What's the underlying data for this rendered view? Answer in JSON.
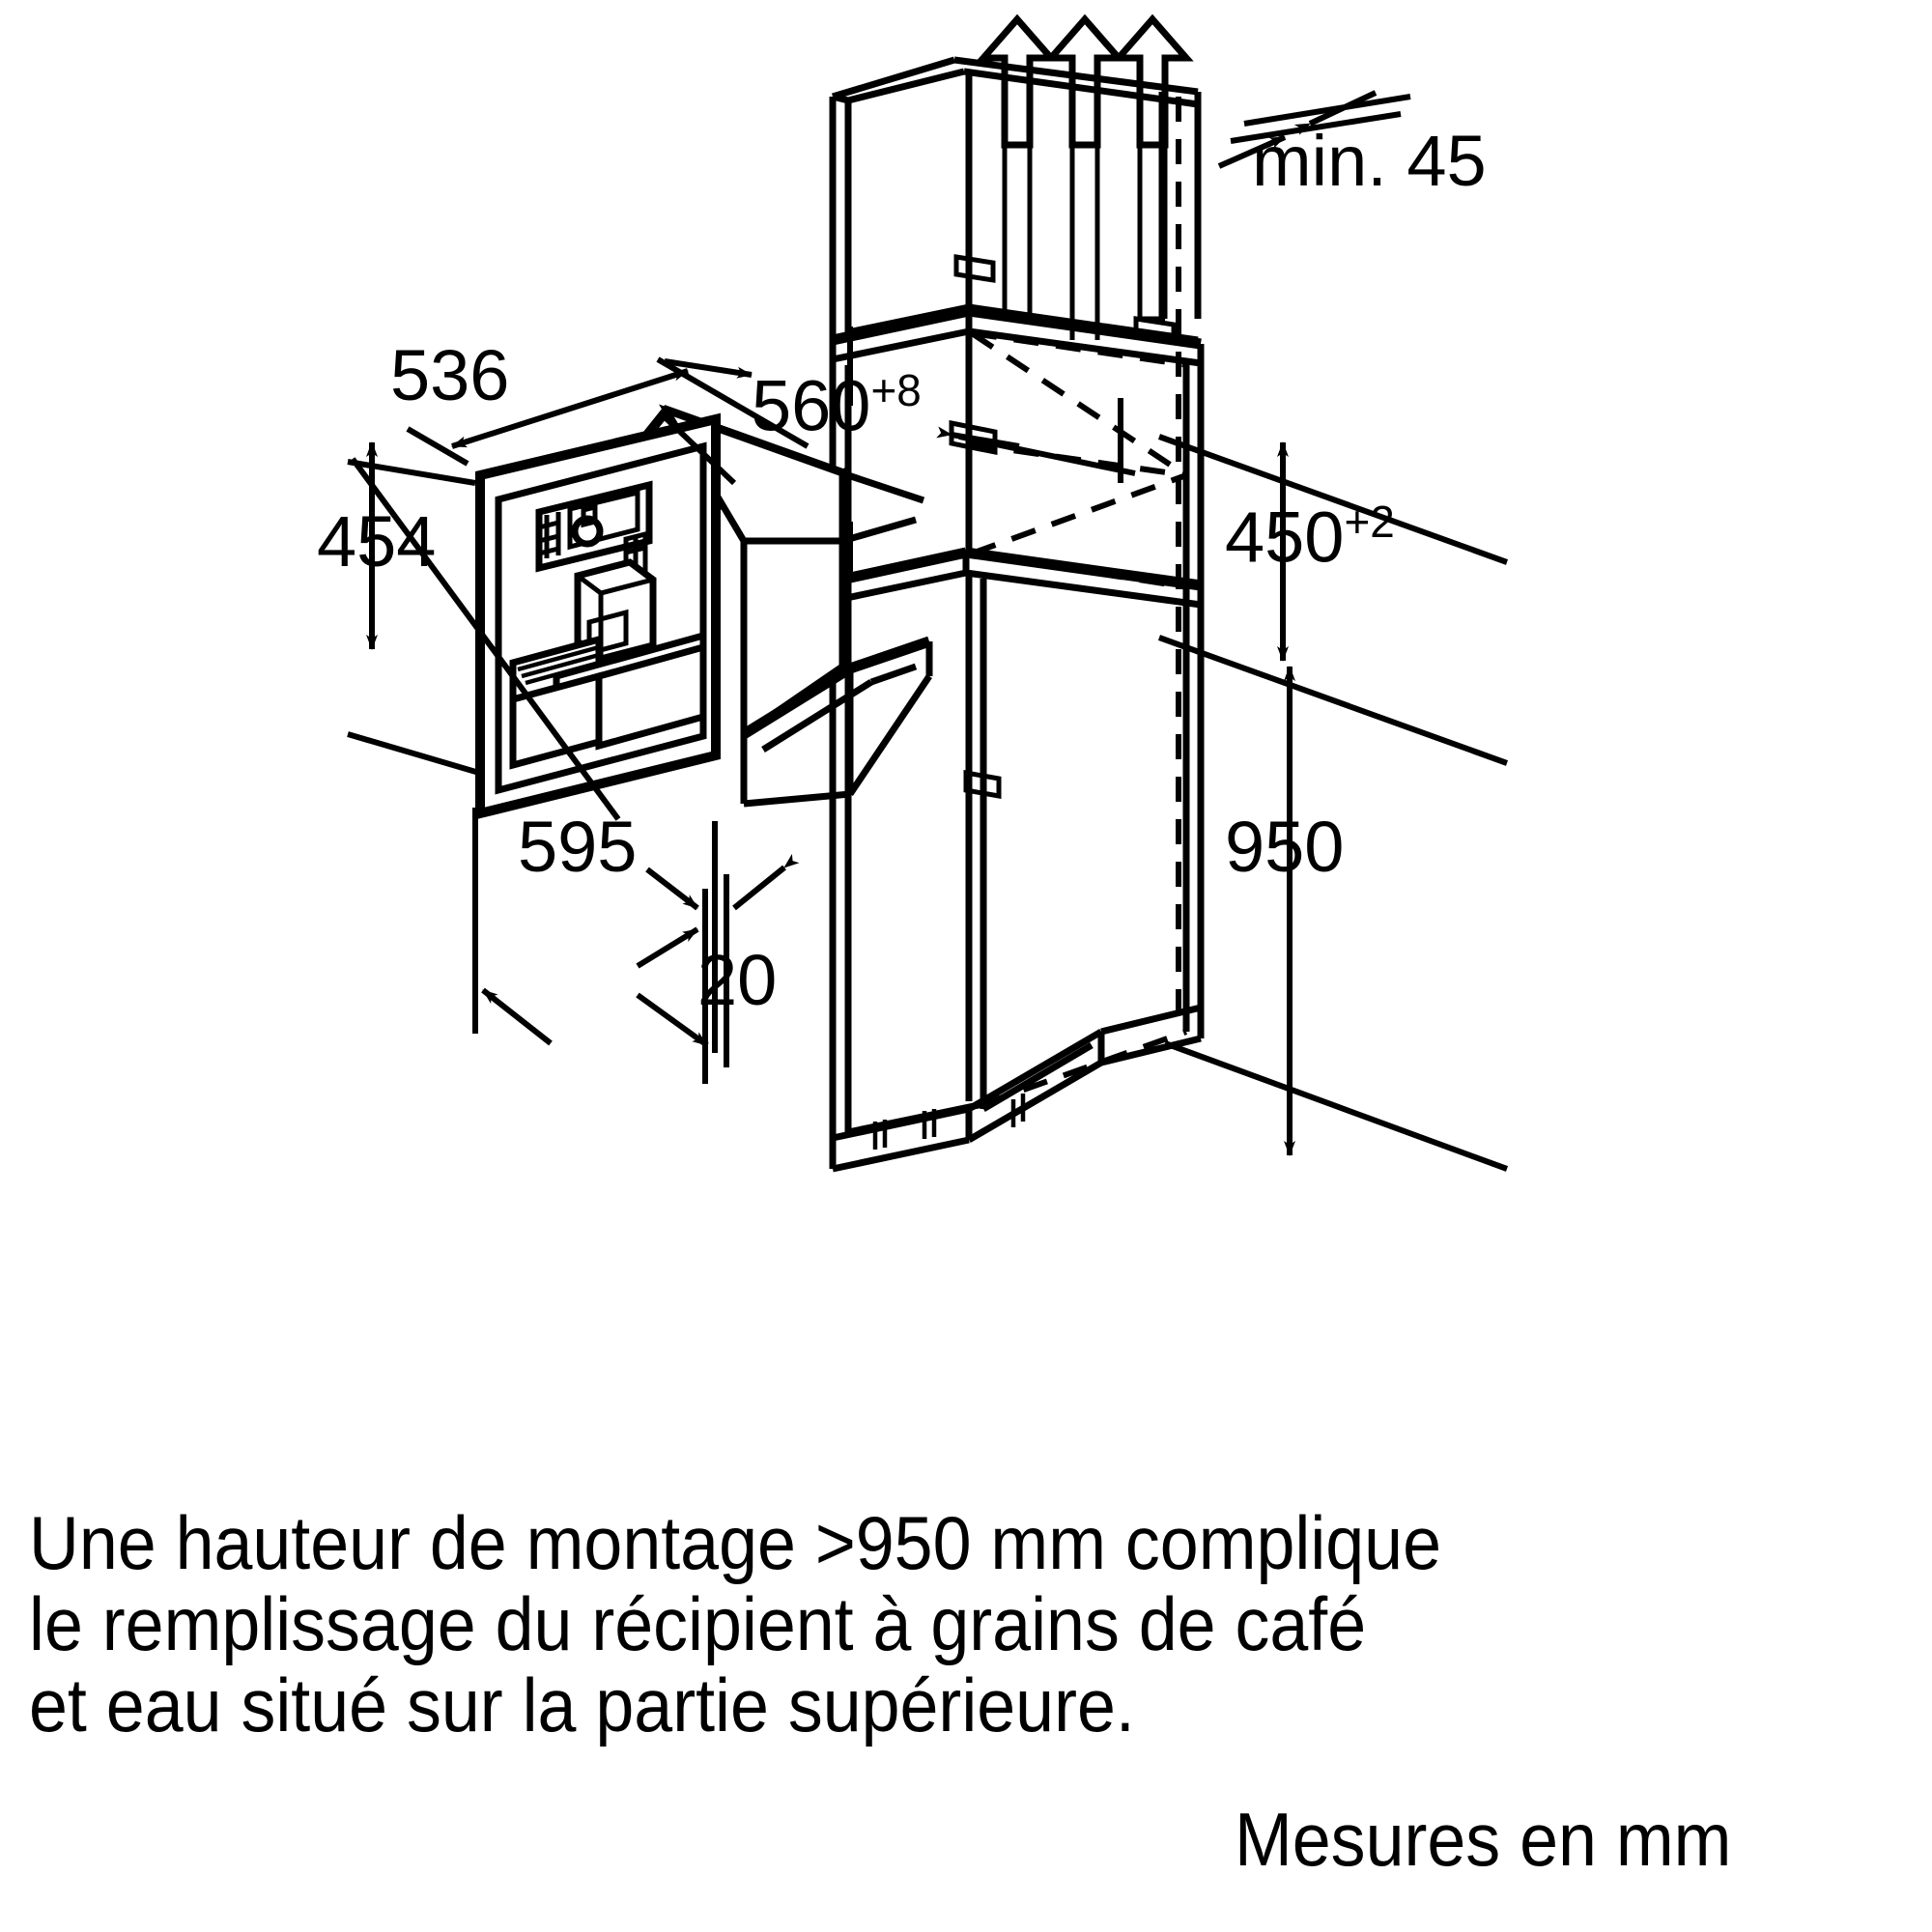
{
  "diagram": {
    "title": "Built-in coffee machine installation dimensions",
    "dimensions": {
      "width_appliance": "536",
      "height_appliance": "454",
      "front_width": "595",
      "front_thickness": "20",
      "niche_width": "560",
      "niche_width_tol": "+8",
      "niche_height": "450",
      "niche_height_tol": "+2",
      "mounting_height": "950",
      "min_gap_label": "min. 45"
    },
    "notes": {
      "line1": "Une hauteur de montage >950 mm complique",
      "line2": "le remplissage du récipient à grains de café",
      "line3": "et eau situé sur la partie supérieure."
    },
    "units_note": "Mesures en mm",
    "colors": {
      "line": "#000000",
      "background": "#ffffff"
    },
    "icons": {
      "ventilation_arrow": "up-arrow-icon",
      "dimension_arrow": "dimension-arrow-icon"
    }
  }
}
